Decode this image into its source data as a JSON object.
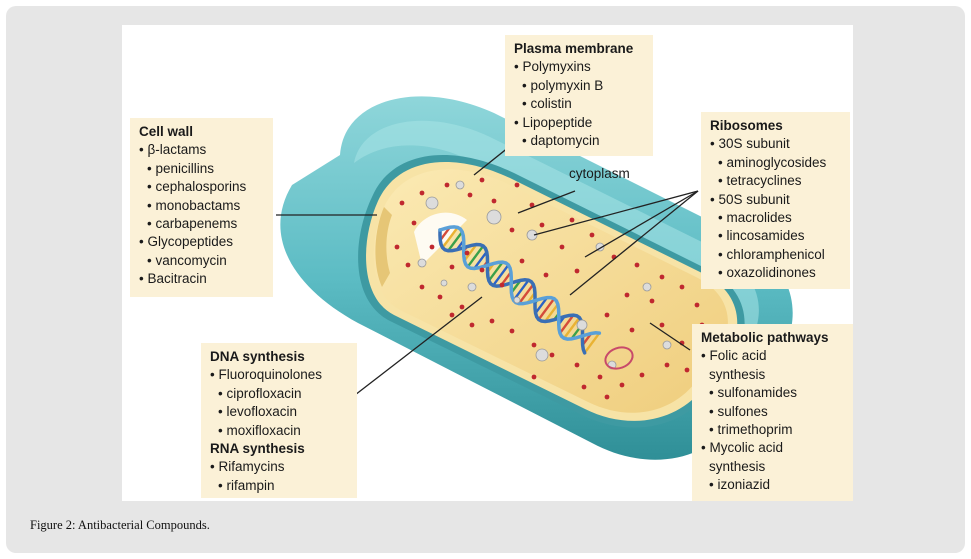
{
  "figure": {
    "caption": "Figure 2: Antibacterial Compounds.",
    "cytoplasm_label": "cytoplasm"
  },
  "cell_wall": {
    "title": "Cell wall",
    "items": [
      "• β-lactams",
      "• penicillins",
      "• cephalosporins",
      "• monobactams",
      "• carbapenems",
      "• Glycopeptides",
      "• vancomycin",
      "• Bacitracin"
    ]
  },
  "plasma_membrane": {
    "title": "Plasma membrane",
    "items": [
      "• Polymyxins",
      "• polymyxin B",
      "• colistin",
      "• Lipopeptide",
      "• daptomycin"
    ]
  },
  "ribosomes": {
    "title": "Ribosomes",
    "items": [
      "• 30S subunit",
      "• aminoglycosides",
      "• tetracyclines",
      "• 50S subunit",
      "• macrolides",
      "• lincosamides",
      "• chloramphenicol",
      "• oxazolidinones"
    ]
  },
  "dna_synthesis": {
    "title": "DNA synthesis",
    "items": [
      "• Fluoroquinolones",
      "• ciprofloxacin",
      "• levofloxacin",
      "• moxifloxacin"
    ]
  },
  "rna_synthesis": {
    "title": "RNA synthesis",
    "items": [
      "• Rifamycins",
      "• rifampin"
    ]
  },
  "metabolic_pathways": {
    "title": "Metabolic pathways",
    "items": [
      "• Folic acid",
      "synthesis",
      "• sulfonamides",
      "• sulfones",
      "• trimethoprim",
      "• Mycolic acid",
      "synthesis",
      "• izoniazid"
    ]
  },
  "colors": {
    "wall_teal": "#5cbcc4",
    "wall_dark": "#2f8f97",
    "cytoplasm": "#f4dc9a",
    "ribosome_red": "#c0282f",
    "box_bg": "#fbf1d7"
  }
}
